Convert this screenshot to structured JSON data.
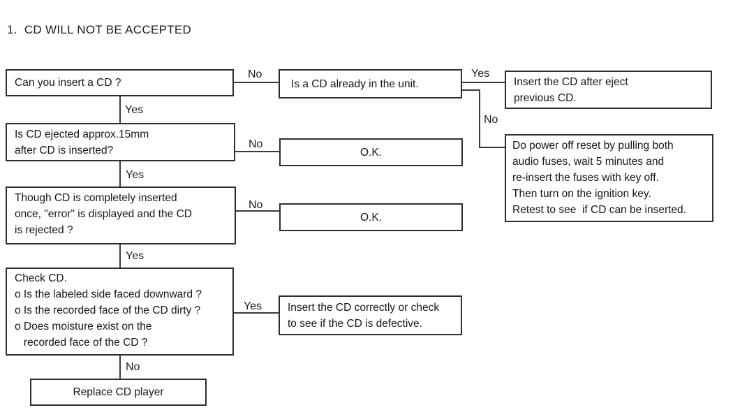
{
  "title": "1.  CD WILL NOT BE ACCEPTED",
  "colors": {
    "background": "#ffffff",
    "ink": "#161616",
    "box_border": "#2e2e2e"
  },
  "nodes": {
    "can_insert": "Can you insert a CD ?",
    "cd_in_unit": "Is a CD already in the unit.",
    "insert_after_eject": "Insert the CD after eject\nprevious CD.",
    "power_off_reset": "Do power off reset by pulling both\naudio fuses, wait 5 minutes and\nre-insert the fuses with key off.\nThen turn on the ignition key.\nRetest to see  if CD can be inserted.",
    "ejected_15mm": "Is CD ejected approx.15mm\nafter CD is inserted?",
    "ok_1": "O.K.",
    "error_displayed": "Though CD is completely inserted\nonce, \"error\" is displayed and the CD\nis rejected ?",
    "ok_2": "O.K.",
    "check_cd": "Check CD.\no Is the labeled side faced downward ?\no Is the recorded face of the CD dirty ?\no Does moisture exist on the\n   recorded face of the CD ?",
    "insert_correctly": "Insert the CD correctly or check\nto see if the CD is defective.",
    "replace_player": "Replace CD player"
  },
  "labels": {
    "q1_no": "No",
    "q1_yes": "Yes",
    "q2_yes": "Yes",
    "q2_no": "No",
    "q3_no": "No",
    "q3_yes": "Yes",
    "q4_no": "No",
    "q4_yes": "Yes",
    "q5_yes": "Yes",
    "q5_no": "No"
  }
}
